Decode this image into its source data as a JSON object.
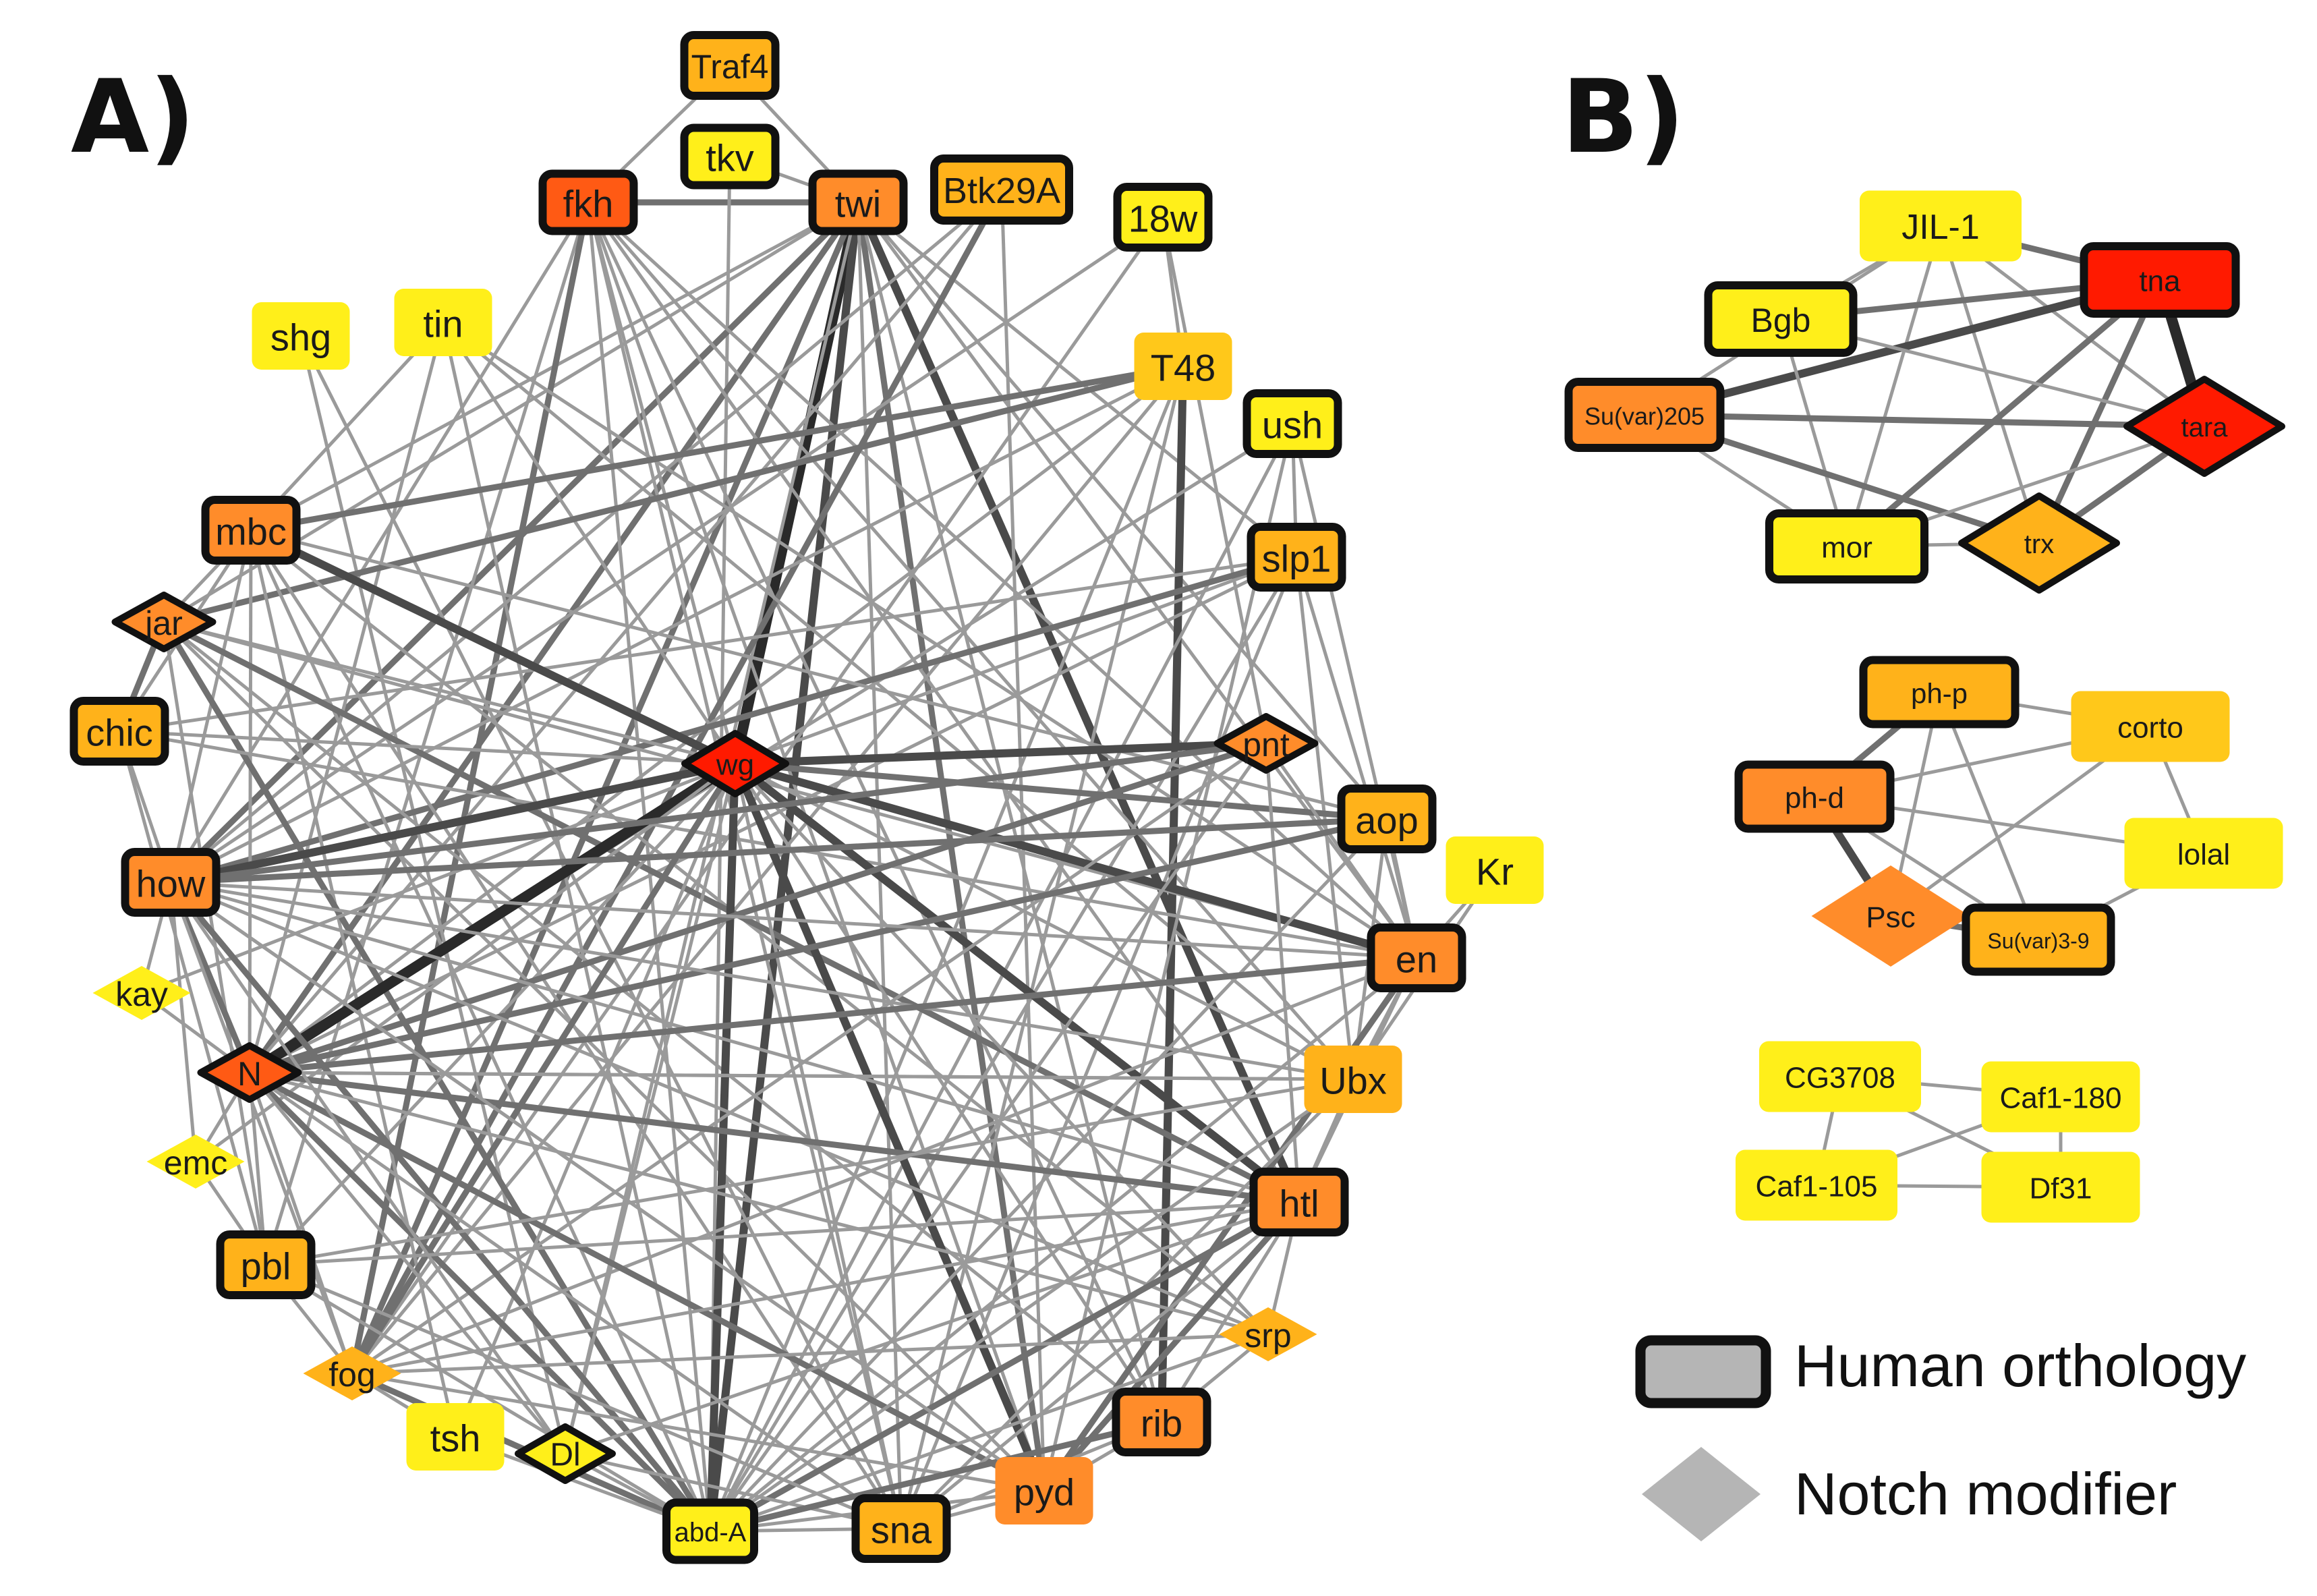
{
  "panels": {
    "a": {
      "label": "A)"
    },
    "b": {
      "label": "B)"
    }
  },
  "colors": {
    "red": "#ff1a00",
    "red_orange": "#ff5a14",
    "orange": "#ff8c2a",
    "amber": "#ffb21a",
    "gold": "#ffc81a",
    "yellow": "#ffef1a",
    "legend_gray": "#b5b5b5"
  },
  "legend": {
    "orthology": "Human orthology",
    "notch": "Notch modifier"
  },
  "nodes": {
    "traf4": "Traf4",
    "tkv": "tkv",
    "fkh": "fkh",
    "twi": "twi",
    "btk29a": "Btk29A",
    "w18": "18w",
    "shg": "shg",
    "tin": "tin",
    "t48": "T48",
    "ush": "ush",
    "mbc": "mbc",
    "slp1": "slp1",
    "jar": "jar",
    "chic": "chic",
    "wg": "wg",
    "pnt": "pnt",
    "aop": "aop",
    "kr": "Kr",
    "how": "how",
    "en": "en",
    "kay": "kay",
    "n": "N",
    "ubx": "Ubx",
    "emc": "emc",
    "htl": "htl",
    "pbl": "pbl",
    "srp": "srp",
    "fog": "fog",
    "tsh": "tsh",
    "dl": "Dl",
    "rib": "rib",
    "pyd": "pyd",
    "abda": "abd-A",
    "sna": "sna",
    "jil1": "JIL-1",
    "tna": "tna",
    "bgb": "Bgb",
    "suvar205": "Su(var)205",
    "tara": "tara",
    "mor": "mor",
    "trx": "trx",
    "php": "ph-p",
    "corto": "corto",
    "phd": "ph-d",
    "lolal": "lolal",
    "psc": "Psc",
    "suvar39": "Su(var)3-9",
    "cg3708": "CG3708",
    "caf1180": "Caf1-180",
    "caf1105": "Caf1-105",
    "df31": "Df31"
  }
}
